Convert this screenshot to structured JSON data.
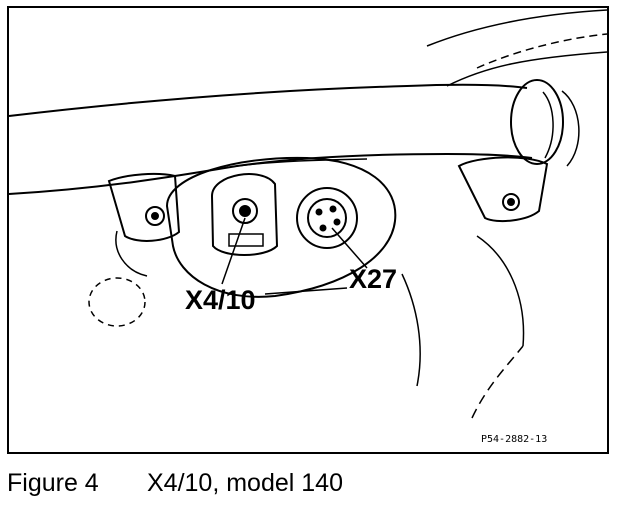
{
  "figure": {
    "number_label": "Figure 4",
    "caption": "X4/10, model 140"
  },
  "callouts": {
    "connector_left": "X4/10",
    "connector_right": "X27"
  },
  "reference_code": "P54-2882-13",
  "colors": {
    "ink": "#000000",
    "paper": "#ffffff"
  }
}
